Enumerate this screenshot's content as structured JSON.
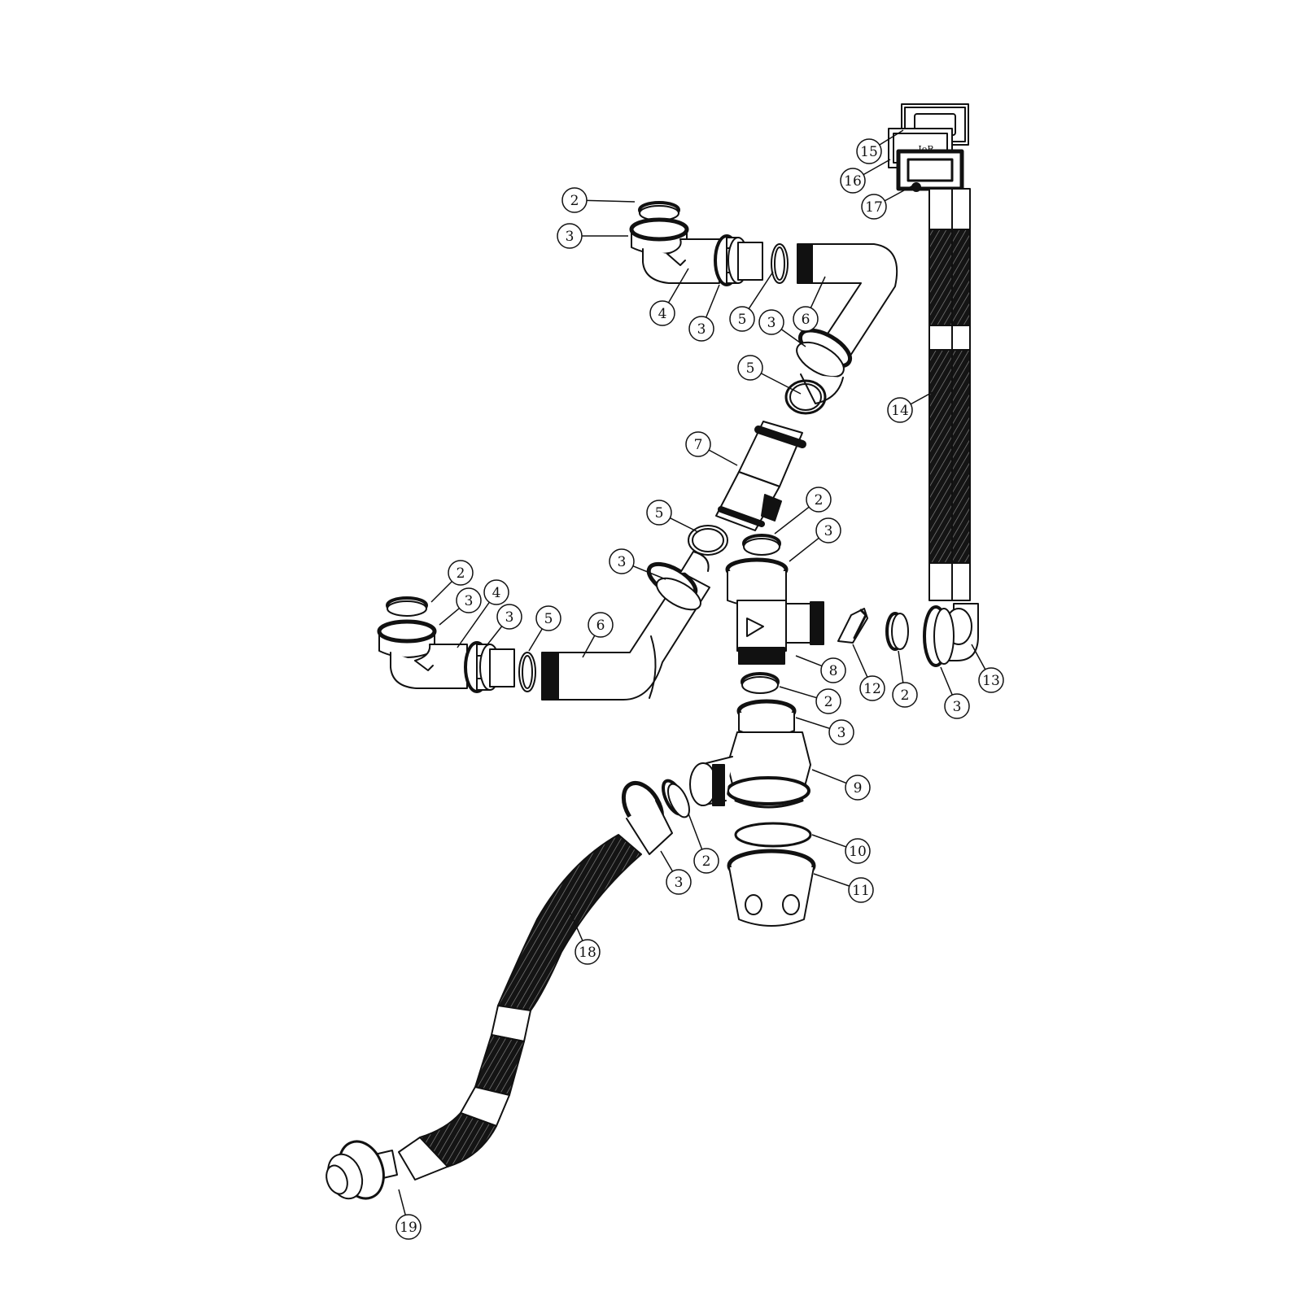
{
  "callouts": [
    {
      "id": "c1",
      "label": "15"
    },
    {
      "id": "c2",
      "label": "16"
    },
    {
      "id": "c3",
      "label": "17"
    },
    {
      "id": "c4",
      "label": "2"
    },
    {
      "id": "c5",
      "label": "3"
    },
    {
      "id": "c6",
      "label": "4"
    },
    {
      "id": "c7",
      "label": "3"
    },
    {
      "id": "c8",
      "label": "5"
    },
    {
      "id": "c9",
      "label": "3"
    },
    {
      "id": "c10",
      "label": "6"
    },
    {
      "id": "c11",
      "label": "5"
    },
    {
      "id": "c12",
      "label": "14"
    },
    {
      "id": "c13",
      "label": "7"
    },
    {
      "id": "c14",
      "label": "2"
    },
    {
      "id": "c15",
      "label": "5"
    },
    {
      "id": "c16",
      "label": "3"
    },
    {
      "id": "c17",
      "label": "3"
    },
    {
      "id": "c18",
      "label": "2"
    },
    {
      "id": "c19",
      "label": "3"
    },
    {
      "id": "c20",
      "label": "4"
    },
    {
      "id": "c21",
      "label": "3"
    },
    {
      "id": "c22",
      "label": "5"
    },
    {
      "id": "c23",
      "label": "6"
    },
    {
      "id": "c24",
      "label": "8"
    },
    {
      "id": "c25",
      "label": "12"
    },
    {
      "id": "c26",
      "label": "2"
    },
    {
      "id": "c27",
      "label": "3"
    },
    {
      "id": "c28",
      "label": "13"
    },
    {
      "id": "c29",
      "label": "2"
    },
    {
      "id": "c30",
      "label": "3"
    },
    {
      "id": "c31",
      "label": "9"
    },
    {
      "id": "c32",
      "label": "10"
    },
    {
      "id": "c33",
      "label": "11"
    },
    {
      "id": "c34",
      "label": "2"
    },
    {
      "id": "c35",
      "label": "3"
    },
    {
      "id": "c36",
      "label": "18"
    },
    {
      "id": "c37",
      "label": "19"
    }
  ],
  "plate_text": "IoR",
  "colors": {
    "ink": "#111111",
    "hose": "#1a1a1a",
    "paper": "#ffffff"
  }
}
